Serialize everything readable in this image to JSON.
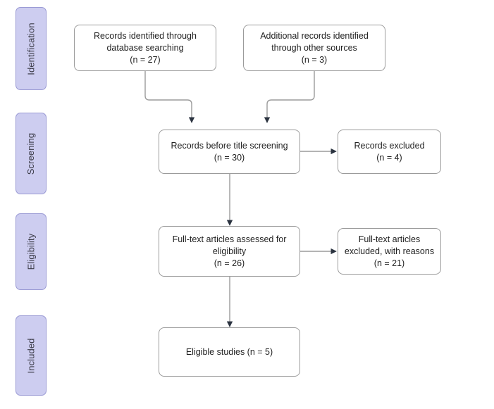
{
  "diagram": {
    "type": "prisma-flow-diagram",
    "background_color": "#ffffff",
    "stage_fill_color": "#cdcdf0",
    "stage_border_color": "#9a9ad4",
    "node_border_color": "#9b9b9b",
    "connector_color": "#9b9b9b",
    "arrowhead_color": "#2b3340"
  },
  "stages": [
    {
      "label": "Identification"
    },
    {
      "label": "Screening"
    },
    {
      "label": "Eligibility"
    },
    {
      "label": "Included"
    }
  ],
  "nodes": {
    "database_records": {
      "text": "Records identified through\ndatabase searching\n(n = 27)",
      "count": 27
    },
    "other_records": {
      "text": "Additional records identified\nthrough other sources\n(n = 3)",
      "count": 3
    },
    "before_screening": {
      "text": "Records before title screening\n(n = 30)",
      "count": 30
    },
    "records_excluded": {
      "text": "Records excluded\n(n = 4)",
      "count": 4
    },
    "fulltext_assessed": {
      "text": "Full-text articles assessed for\neligibility\n(n = 26)",
      "count": 26
    },
    "fulltext_excluded": {
      "text": "Full-text articles\nexcluded, with reasons\n(n = 21)",
      "count": 21
    },
    "eligible_studies": {
      "text": "Eligible studies (n = 5)",
      "count": 5
    }
  }
}
